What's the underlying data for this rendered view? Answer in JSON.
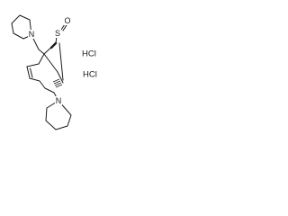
{
  "molecule": {
    "atoms": {
      "n_top": "N",
      "s": "S",
      "o": "O",
      "n_bottom": "N"
    },
    "salts": [
      "HCl",
      "HCl"
    ]
  }
}
